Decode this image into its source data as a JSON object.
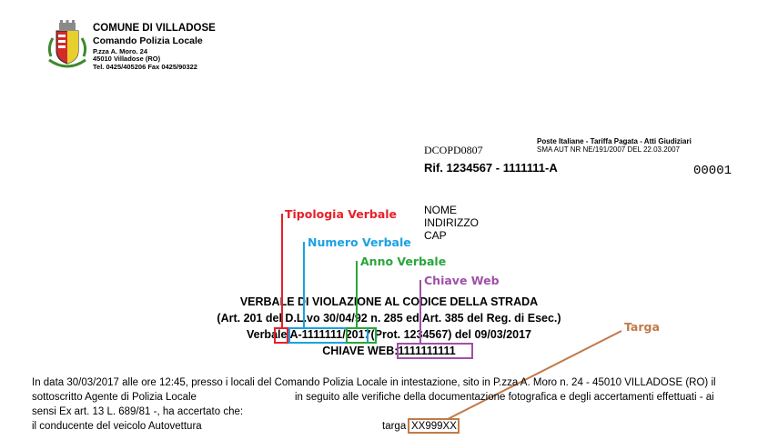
{
  "header": {
    "name": "COMUNE DI VILLADOSE",
    "dept": "Comando Polizia Locale",
    "address1": "P.zza A. Moro. 24",
    "address2": "45010 Villadose (RO)",
    "phone": "Tel. 0425/405206 Fax 0425/90322"
  },
  "doc": {
    "code": "DCOPD0807",
    "poste_line1": "Poste Italiane - Tariffa Pagata - Atti Giudiziari",
    "poste_line2": "SMA AUT NR NE/191/2007 DEL 22.03.2007",
    "rif": "Rif. 1234567 - 1111111-A",
    "number": "00001"
  },
  "recipient": {
    "name": "NOME",
    "address": "INDIRIZZO",
    "cap": "CAP"
  },
  "annotations": {
    "tipologia": "Tipologia Verbale",
    "numero": "Numero Verbale",
    "anno": "Anno Verbale",
    "chiave": "Chiave Web",
    "targa": "Targa"
  },
  "colors": {
    "red": "#e8202a",
    "blue": "#1ba1e2",
    "green": "#2aa53b",
    "purple": "#a050a8",
    "brown": "#c07a4a"
  },
  "title": {
    "line1": "VERBALE DI VIOLAZIONE AL CODICE DELLA STRADA",
    "line2": "(Art. 201 del D.L.vo 30/04/92 n. 285 ed Art. 385 del Reg. di Esec.)",
    "verbale_prefix": "Verbale",
    "tipo": "A",
    "sep": "-",
    "numero": "1111111",
    "slash": "/",
    "anno": "2017",
    "suffix": "(Prot. 1234567) del 09/03/2017",
    "chiave_label": "CHIAVE WEB:",
    "chiave_value": "1111111111"
  },
  "body": {
    "line1": "In data 30/03/2017 alle ore 12:45, presso i locali del Comando Polizia Locale in intestazione, sito in P.zza A. Moro n. 24 - 45010 VILLADOSE (RO) il",
    "line2a": "sottoscritto Agente di Polizia Locale",
    "line2b": "in seguito alle verifiche della documentazione fotografica e degli accertamenti effettuati - ai",
    "line3": "sensi Ex art. 13 L. 689/81 -, ha accertato che:",
    "line4": "il conducente del veicolo Autovettura",
    "targa_label": "targa",
    "targa_value": "XX999XX"
  }
}
